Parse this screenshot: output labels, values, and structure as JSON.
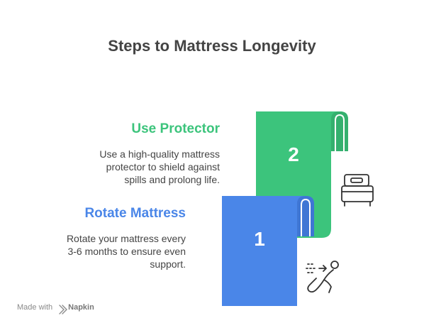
{
  "title": "Steps to Mattress Longevity",
  "steps": [
    {
      "number": "2",
      "title": "Use Protector",
      "description_lines": [
        "Use a high-quality mattress",
        "protector to shield against",
        "spills and prolong life."
      ],
      "color": "#3cc47c",
      "icon": "bed-icon"
    },
    {
      "number": "1",
      "title": "Rotate Mattress",
      "description_lines": [
        "Rotate your mattress every",
        "3-6 months to ensure even",
        "support."
      ],
      "color": "#4a86e8",
      "icon": "rotation-person-icon"
    }
  ],
  "footer": {
    "prefix": "Made with",
    "brand": "Napkin"
  }
}
